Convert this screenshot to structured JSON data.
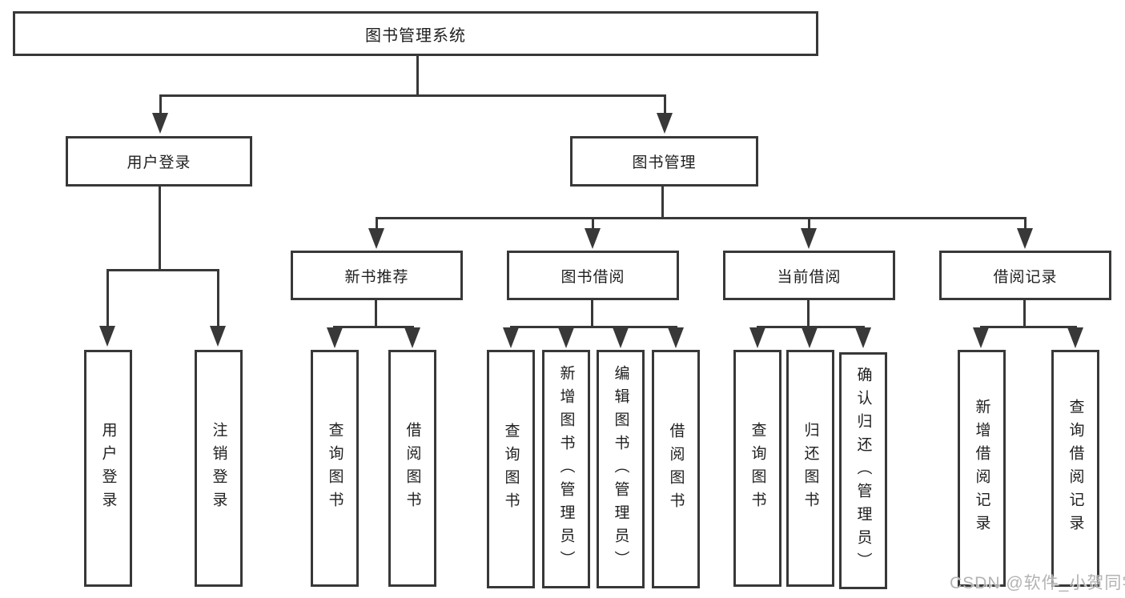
{
  "diagram": {
    "root": {
      "label": "图书管理系统"
    },
    "level2": [
      {
        "label": "用户登录"
      },
      {
        "label": "图书管理"
      }
    ],
    "level3": [
      {
        "label": "新书推荐"
      },
      {
        "label": "图书借阅"
      },
      {
        "label": "当前借阅"
      },
      {
        "label": "借阅记录"
      }
    ],
    "leaves": {
      "user": [
        "用户登录",
        "注销登录"
      ],
      "recommend": [
        "查询图书",
        "借阅图书"
      ],
      "borrow": [
        "查询图书",
        "新增图书（管理员）",
        "编辑图书（管理员）",
        "借阅图书"
      ],
      "current": [
        "查询图书",
        "归还图书",
        "确认归还（管理员）"
      ],
      "records": [
        "新增借阅记录",
        "查询借阅记录"
      ]
    }
  },
  "watermark": "CSDN @软件_小贺同学",
  "colors": {
    "line": "#383838",
    "text": "#1f1f1f",
    "watermark": "#b3b3b3",
    "background": "#ffffff"
  }
}
